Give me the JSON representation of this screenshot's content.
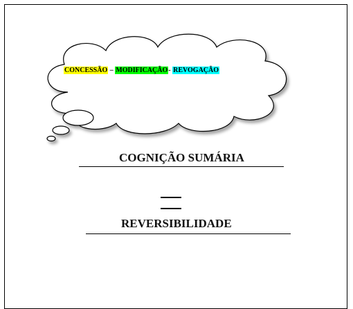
{
  "cloud": {
    "term1": "CONCESSÃO",
    "sep1": " – ",
    "term2": "MODIFICAÇÃO",
    "sep2": "- ",
    "term3": "REVOGAÇÃO"
  },
  "colors": {
    "term1_bg": "#ffff00",
    "term2_bg": "#00ff00",
    "term3_bg": "#00ffff"
  },
  "heading1": "COGNIÇÃO SUMÁRIA",
  "heading2": "REVERSIBILIDADE"
}
